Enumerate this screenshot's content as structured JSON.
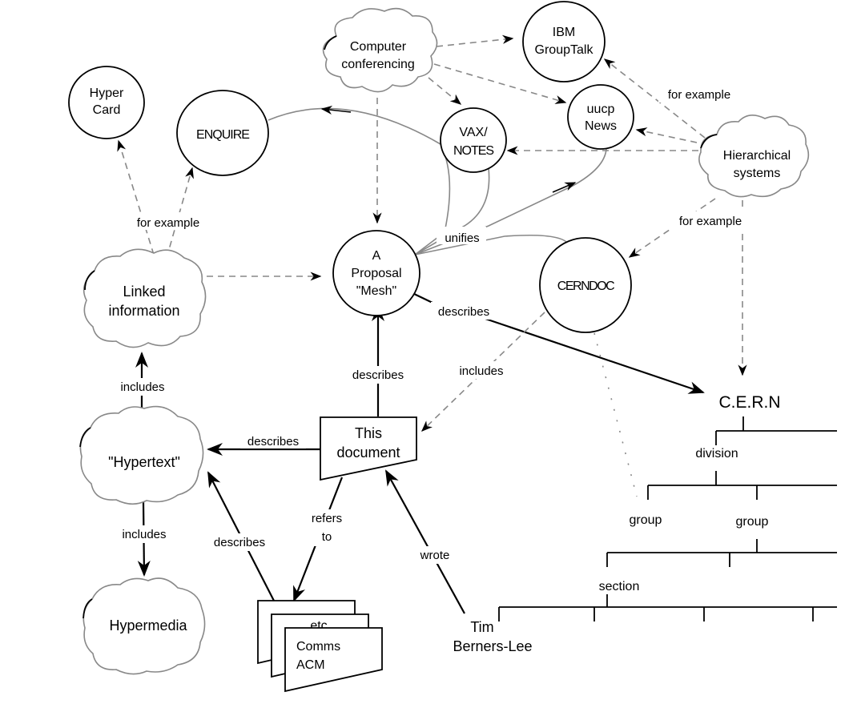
{
  "nodes": {
    "hypercard": [
      "Hyper",
      "Card"
    ],
    "enquire": [
      "ENQUIRE"
    ],
    "computer_conferencing": [
      "Computer",
      "conferencing"
    ],
    "ibm_grouptalk": [
      "IBM",
      "GroupTalk"
    ],
    "vax_notes": [
      "VAX/",
      "NOTES"
    ],
    "uucp_news": [
      "uucp",
      "News"
    ],
    "hierarchical_systems": [
      "Hierarchical",
      "systems"
    ],
    "linked_information": [
      "Linked",
      "information"
    ],
    "mesh": [
      "A",
      "Proposal",
      "\"Mesh\""
    ],
    "cerndoc": [
      "CERNDOC"
    ],
    "hypertext": [
      "\"Hypertext\""
    ],
    "this_document": [
      "This",
      "document"
    ],
    "hypermedia": [
      "Hypermedia"
    ],
    "docs_stack": [
      "etc",
      "Comms",
      "ACM"
    ],
    "tim": [
      "Tim",
      "Berners-Lee"
    ],
    "cern": "C.E.R.N"
  },
  "edge_labels": {
    "for_example_linked": "for example",
    "for_example_ibm": "for example",
    "for_example_hier": "for example",
    "unifies": "unifies",
    "describes_cern": "describes",
    "describes_mesh": "describes",
    "includes_cerndoc": "includes",
    "includes_linked": "includes",
    "describes_hypertext": "describes",
    "includes_hypermedia": "includes",
    "refers_to": [
      "refers",
      "to"
    ],
    "describes_stack": "describes",
    "wrote": "wrote"
  },
  "tree": {
    "division": "division",
    "group1": "group",
    "group2": "group",
    "section": "section"
  }
}
